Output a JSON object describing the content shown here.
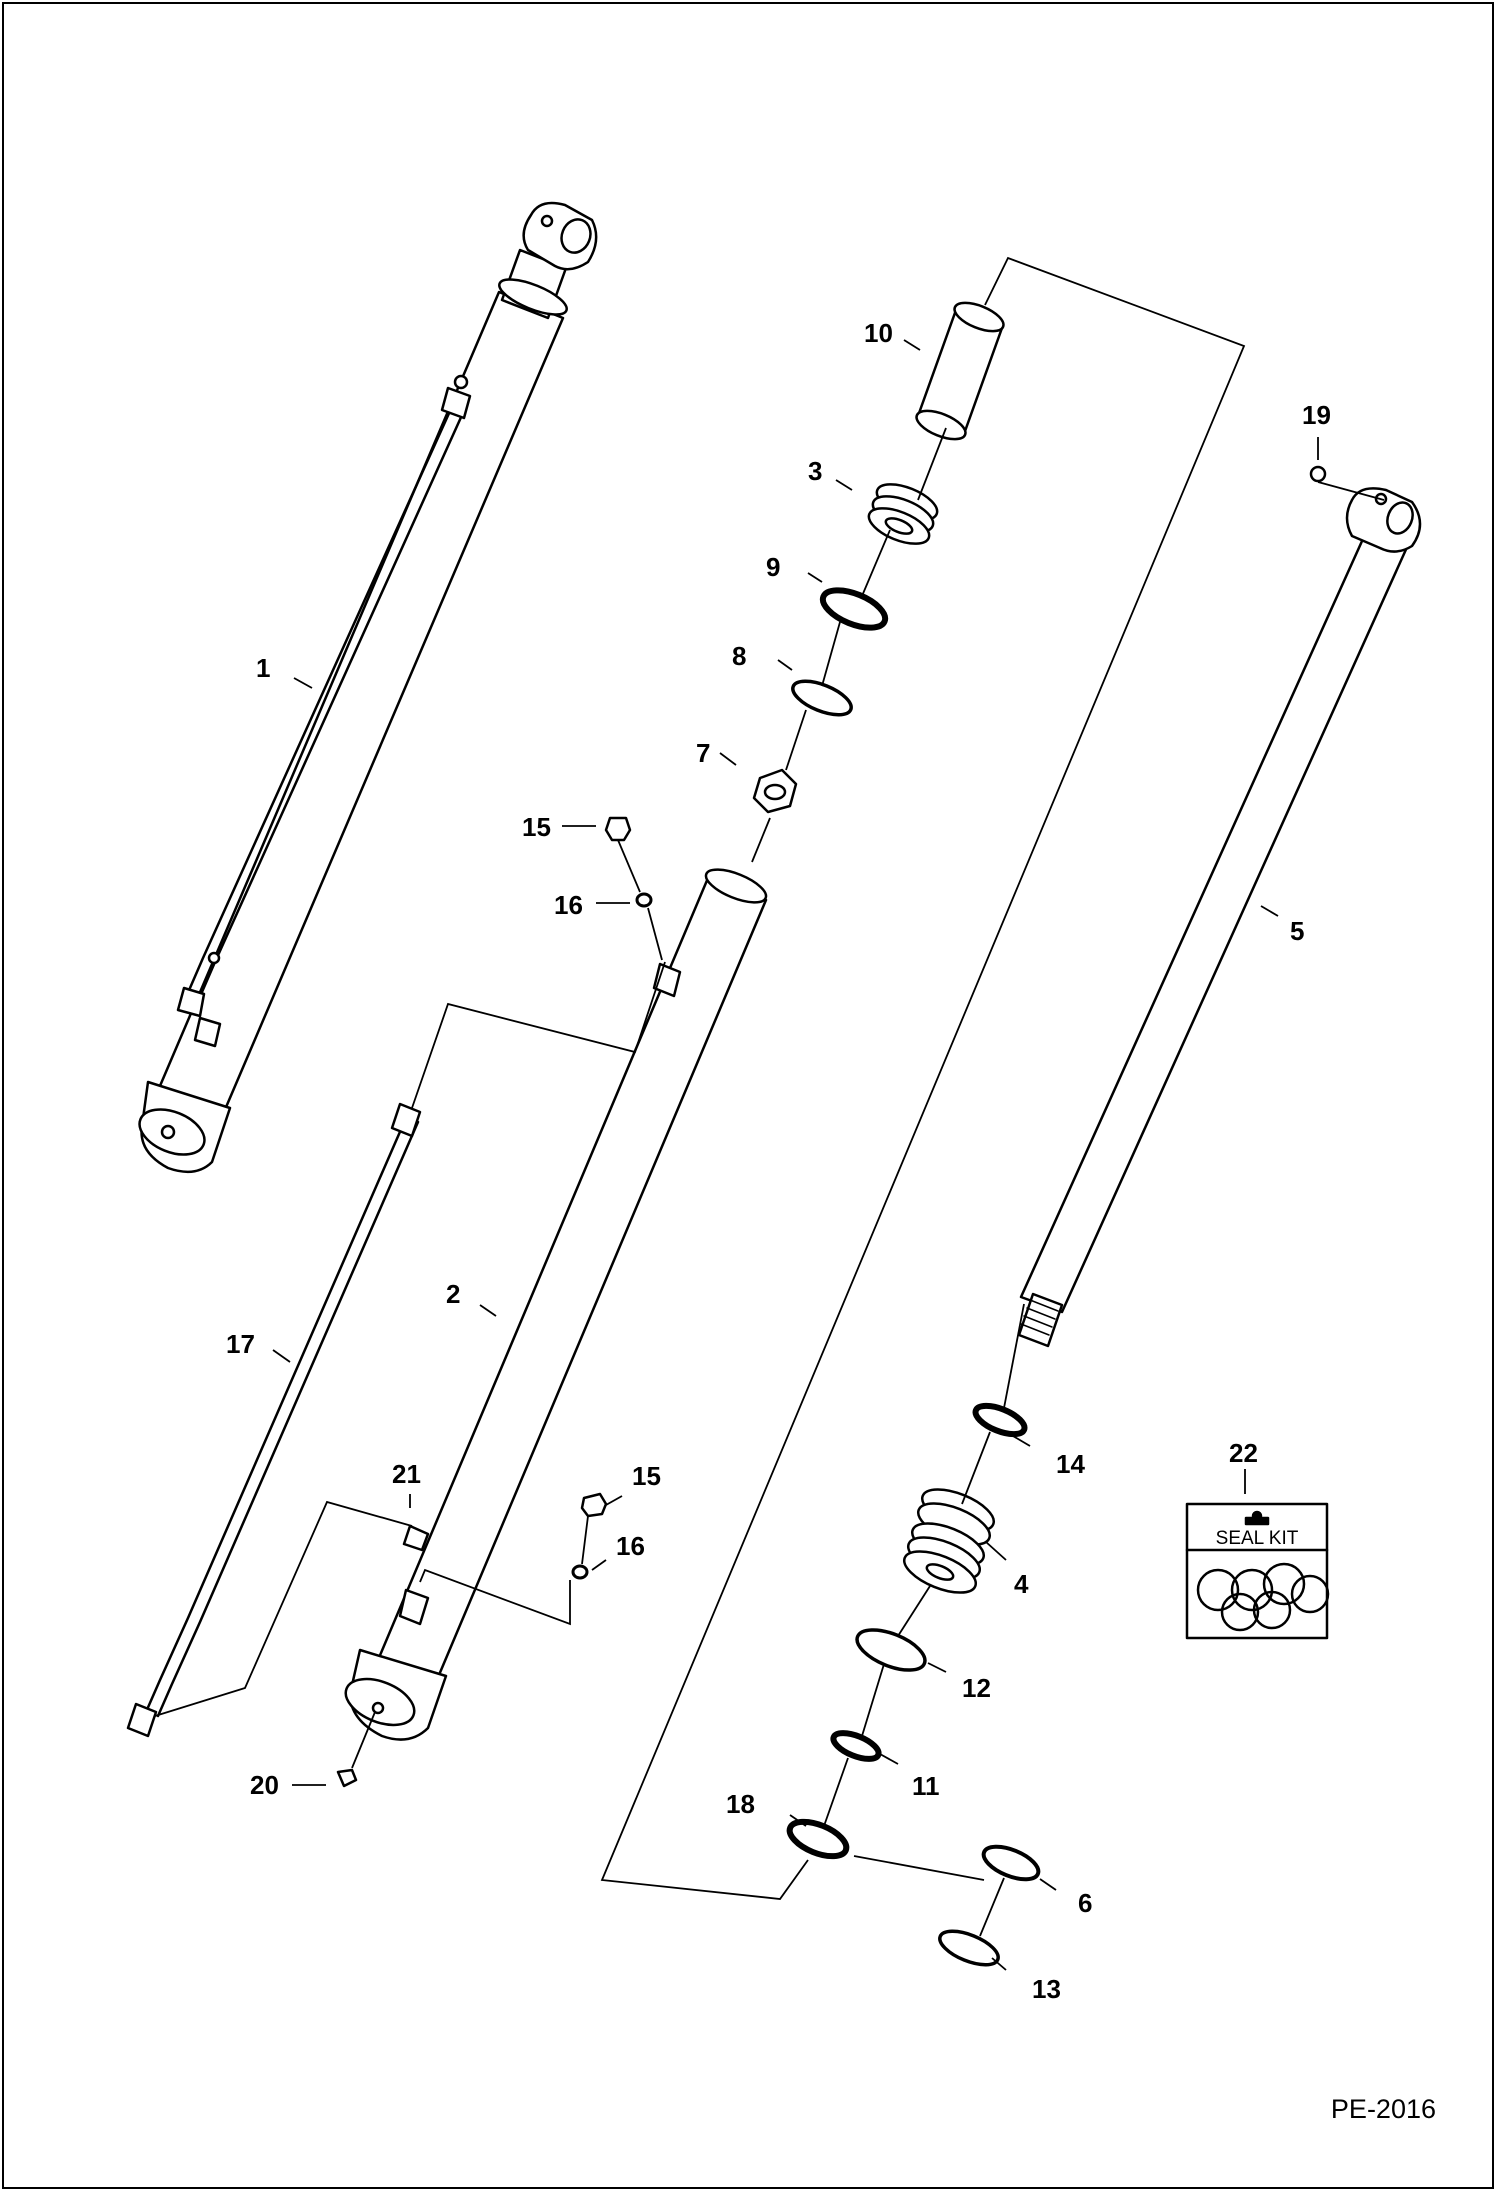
{
  "document": {
    "code": "PE-2016"
  },
  "callouts": [
    {
      "id": "1",
      "label": "1"
    },
    {
      "id": "2",
      "label": "2"
    },
    {
      "id": "3",
      "label": "3"
    },
    {
      "id": "4",
      "label": "4"
    },
    {
      "id": "5",
      "label": "5"
    },
    {
      "id": "6",
      "label": "6"
    },
    {
      "id": "7",
      "label": "7"
    },
    {
      "id": "8",
      "label": "8"
    },
    {
      "id": "9",
      "label": "9"
    },
    {
      "id": "10",
      "label": "10"
    },
    {
      "id": "11",
      "label": "11"
    },
    {
      "id": "12",
      "label": "12"
    },
    {
      "id": "13",
      "label": "13"
    },
    {
      "id": "14",
      "label": "14"
    },
    {
      "id": "15a",
      "label": "15"
    },
    {
      "id": "15b",
      "label": "15"
    },
    {
      "id": "16a",
      "label": "16"
    },
    {
      "id": "16b",
      "label": "16"
    },
    {
      "id": "17",
      "label": "17"
    },
    {
      "id": "18",
      "label": "18"
    },
    {
      "id": "19",
      "label": "19"
    },
    {
      "id": "20",
      "label": "20"
    },
    {
      "id": "21",
      "label": "21"
    },
    {
      "id": "22",
      "label": "22"
    }
  ],
  "seal_kit": {
    "label": "SEAL KIT"
  }
}
